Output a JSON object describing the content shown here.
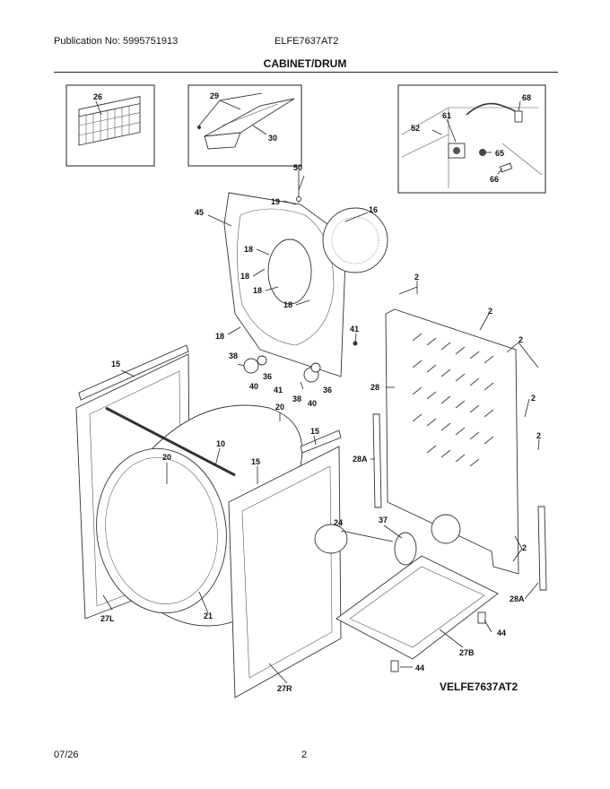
{
  "header": {
    "publication": "Publication No: 5995751913",
    "model": "ELFE7637AT2",
    "section_title": "CABINET/DRUM"
  },
  "callouts": {
    "c26": "26",
    "c29": "29",
    "c30": "30",
    "c68": "68",
    "c61": "61",
    "c52": "52",
    "c65": "65",
    "c66": "66",
    "c50": "50",
    "c19": "19",
    "c45": "45",
    "c16": "16",
    "c18a": "18",
    "c18b": "18",
    "c18c": "18",
    "c18d": "18",
    "c18e": "18",
    "c41a": "41",
    "c41b": "41",
    "c38a": "38",
    "c38b": "38",
    "c36a": "36",
    "c36b": "36",
    "c40a": "40",
    "c40b": "40",
    "c2a": "2",
    "c2b": "2",
    "c2c": "2",
    "c2d": "2",
    "c2e": "2",
    "c2f": "2",
    "c28": "28",
    "c28a1": "28A",
    "c28a2": "28A",
    "c15a": "15",
    "c15b": "15",
    "c15c": "15",
    "c20a": "20",
    "c20b": "20",
    "c10": "10",
    "c24": "24",
    "c37": "37",
    "c27l": "27L",
    "c21": "21",
    "c27r": "27R",
    "c27b": "27B",
    "c44a": "44",
    "c44b": "44"
  },
  "diagram_model": "VELFE7637AT2",
  "footer": {
    "date": "07/26",
    "page": "2"
  }
}
